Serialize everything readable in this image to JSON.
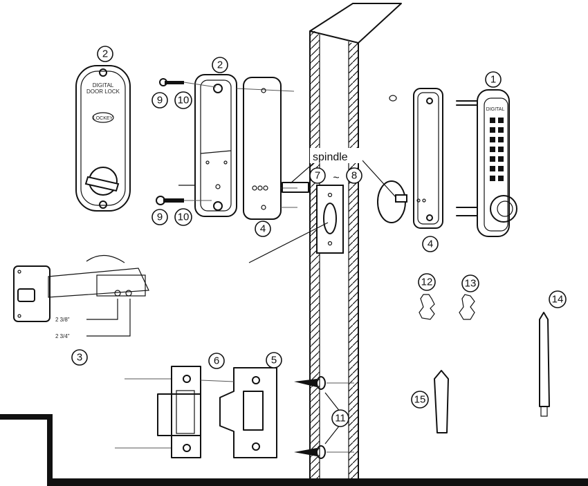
{
  "plate_text": {
    "line1": "DIGITAL",
    "line2": "DOOR LOCK",
    "brand": "LOCKEY"
  },
  "keypad_brand": "DIGITAL",
  "spindle_label": "spindle",
  "spindle_tilde": "~",
  "dimensions": {
    "first": "2 3/8\"",
    "second": "2 3/4\""
  },
  "part_numbers": {
    "p1": "1",
    "p2a": "2",
    "p2b": "2",
    "p3": "3",
    "p4a": "4",
    "p4b": "4",
    "p5": "5",
    "p6": "6",
    "p7": "7",
    "p8": "8",
    "p9a": "9",
    "p9b": "9",
    "p10a": "10",
    "p10b": "10",
    "p11": "11",
    "p12": "12",
    "p13": "13",
    "p14": "14",
    "p15": "15"
  }
}
